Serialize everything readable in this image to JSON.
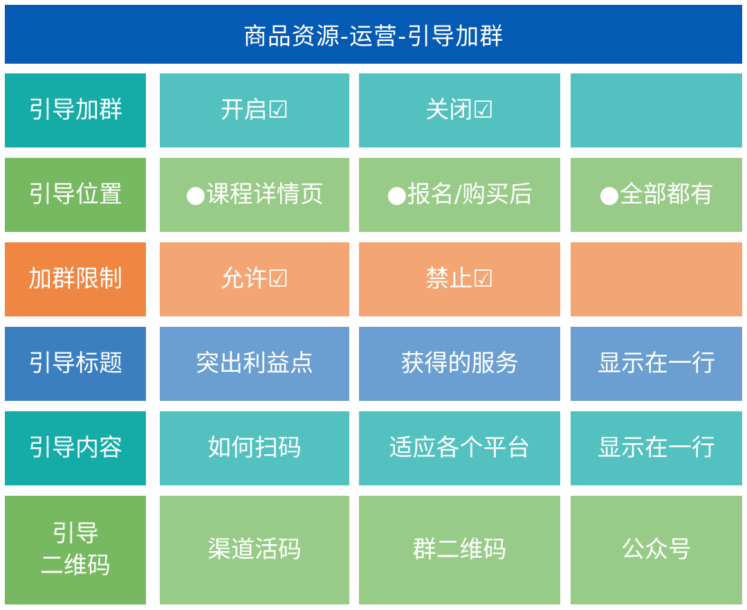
{
  "title": "商品资源-运营-引导加群",
  "colors": {
    "title_bg": "#055ab3",
    "teal_dark": "#15aca8",
    "teal_light": "#52c1bf",
    "green_dark": "#77b961",
    "green_light": "#99cb88",
    "orange_dark": "#ef8742",
    "orange_light": "#f3a573",
    "blue_dark": "#3c7fc1",
    "blue_light": "#6c9fd1"
  },
  "rows": [
    {
      "header": "引导加群",
      "cells": [
        "开启☑",
        "关闭☑",
        ""
      ],
      "header_color": "#15aca8",
      "cell_color": "#52c1bf"
    },
    {
      "header": "引导位置",
      "cells": [
        "●课程详情页",
        "●报名/购买后",
        "●全部都有"
      ],
      "header_color": "#77b961",
      "cell_color": "#99cb88"
    },
    {
      "header": "加群限制",
      "cells": [
        "允许☑",
        "禁止☑",
        ""
      ],
      "header_color": "#ef8742",
      "cell_color": "#f3a573"
    },
    {
      "header": "引导标题",
      "cells": [
        "突出利益点",
        "获得的服务",
        "显示在一行"
      ],
      "header_color": "#3c7fc1",
      "cell_color": "#6c9fd1"
    },
    {
      "header": "引导内容",
      "cells": [
        "如何扫码",
        "适应各个平台",
        "显示在一行"
      ],
      "header_color": "#15aca8",
      "cell_color": "#52c1bf"
    },
    {
      "header": "引导\n二维码",
      "cells": [
        "渠道活码",
        "群二维码",
        "公众号"
      ],
      "header_color": "#77b961",
      "cell_color": "#99cb88"
    }
  ]
}
